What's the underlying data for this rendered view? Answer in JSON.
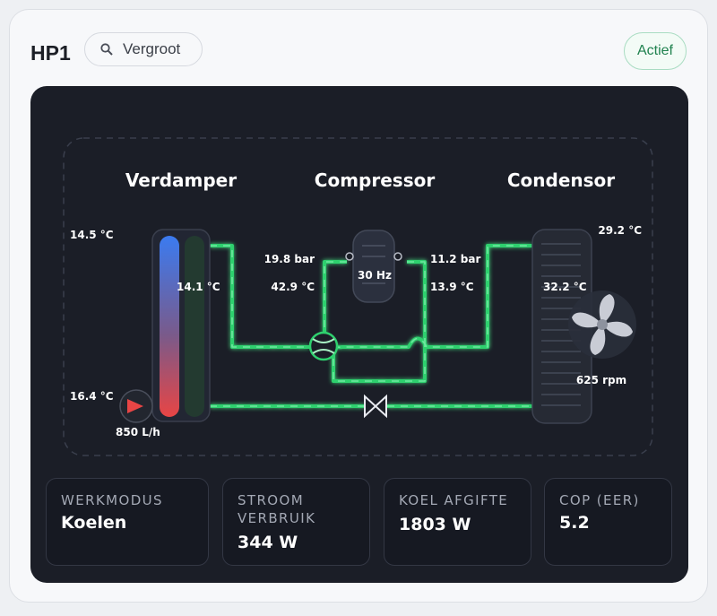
{
  "header": {
    "title": "HP1",
    "zoom_label": "Vergroot",
    "status": "Actief"
  },
  "diagram": {
    "evaporator": {
      "title": "Verdamper",
      "temp_in": "14.5 °C",
      "temp_out": "16.4 °C",
      "temp_refrigerant": "14.1 °C",
      "flow": "850 L/h"
    },
    "compressor": {
      "title": "Compressor",
      "frequency": "30 Hz",
      "pressure_high": "19.8 bar",
      "temp_high": "42.9 °C",
      "pressure_low": "11.2 bar",
      "temp_low": "13.9 °C"
    },
    "condenser": {
      "title": "Condensor",
      "temp_ambient": "29.2 °C",
      "temp_refrigerant": "32.2 °C",
      "fan_speed": "625 rpm"
    }
  },
  "stats": [
    {
      "label": "Werkmodus",
      "value": "Koelen"
    },
    {
      "label": "Stroom verbruik",
      "value": "344 W"
    },
    {
      "label": "Koel afgifte",
      "value": "1803 W"
    },
    {
      "label": "COP (EER)",
      "value": "5.2"
    }
  ],
  "colors": {
    "accent_green": "#2fd06e",
    "water_cold": "#3b7bf0",
    "water_warm": "#e84545",
    "panel_bg": "#1b1e27"
  }
}
